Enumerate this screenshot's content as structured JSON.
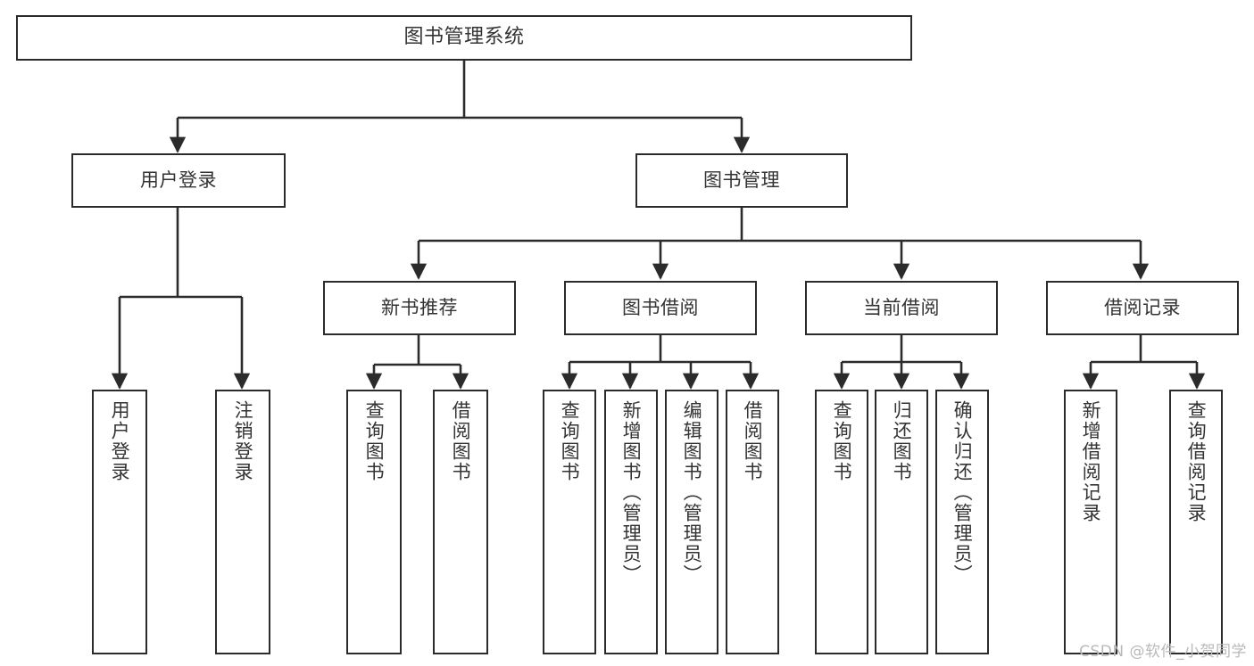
{
  "diagram": {
    "title": "图书管理系统",
    "type": "tree",
    "orientation": "top-down",
    "colors": {
      "background": "#ffffff",
      "box_stroke": "#2b2b2b",
      "box_fill": "#ffffff",
      "text": "#333333",
      "edge": "#2b2b2b",
      "watermark": "#b9b9b9"
    },
    "watermark": "CSDN @软件_小贺同学",
    "nodes": {
      "root": {
        "label": "图书管理系统",
        "level": 0
      },
      "level1": [
        {
          "id": "user-login",
          "label": "用户登录"
        },
        {
          "id": "book-manage",
          "label": "图书管理"
        }
      ],
      "level2": [
        {
          "id": "new-book-recommend",
          "label": "新书推荐",
          "parent": "book-manage"
        },
        {
          "id": "book-borrow",
          "label": "图书借阅",
          "parent": "book-manage"
        },
        {
          "id": "current-borrow",
          "label": "当前借阅",
          "parent": "book-manage"
        },
        {
          "id": "borrow-record",
          "label": "借阅记录",
          "parent": "book-manage"
        }
      ],
      "leaves": [
        {
          "id": "leaf-user-login",
          "label": "用户登录",
          "parent": "user-login"
        },
        {
          "id": "leaf-logout",
          "label": "注销登录",
          "parent": "user-login"
        },
        {
          "id": "leaf-query-book-1",
          "label": "查询图书",
          "parent": "new-book-recommend"
        },
        {
          "id": "leaf-borrow-book-1",
          "label": "借阅图书",
          "parent": "new-book-recommend"
        },
        {
          "id": "leaf-query-book-2",
          "label": "查询图书",
          "parent": "book-borrow"
        },
        {
          "id": "leaf-add-book",
          "label": "新增图书（管理员）",
          "parent": "book-borrow"
        },
        {
          "id": "leaf-edit-book",
          "label": "编辑图书（管理员）",
          "parent": "book-borrow"
        },
        {
          "id": "leaf-borrow-book-2",
          "label": "借阅图书",
          "parent": "book-borrow"
        },
        {
          "id": "leaf-query-book-3",
          "label": "查询图书",
          "parent": "current-borrow"
        },
        {
          "id": "leaf-return-book",
          "label": "归还图书",
          "parent": "current-borrow"
        },
        {
          "id": "leaf-confirm-return",
          "label": "确认归还（管理员）",
          "parent": "current-borrow"
        },
        {
          "id": "leaf-add-record",
          "label": "新增借阅记录",
          "parent": "borrow-record"
        },
        {
          "id": "leaf-query-record",
          "label": "查询借阅记录",
          "parent": "borrow-record"
        }
      ]
    }
  }
}
